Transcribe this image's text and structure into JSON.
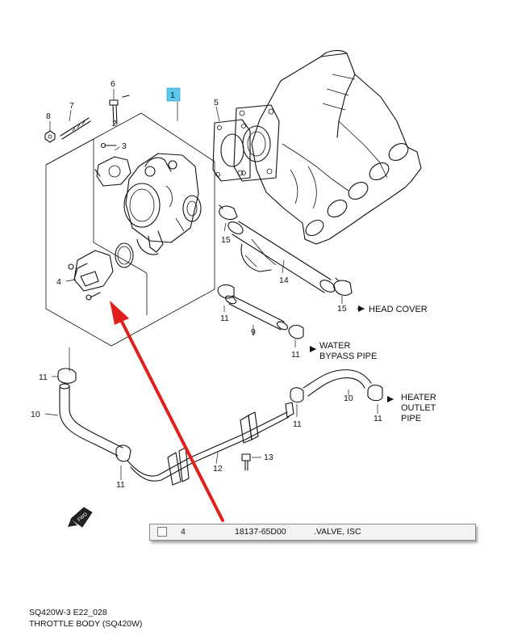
{
  "callouts": {
    "c1": "1",
    "c2": "2",
    "c3": "3",
    "c4": "4",
    "c5": "5",
    "c6": "6",
    "c7": "7",
    "c8": "8",
    "c9": "9",
    "c10": "10",
    "c11": "11",
    "c12": "12",
    "c13": "13",
    "c14": "14",
    "c15": "15"
  },
  "destinations": {
    "head_cover": "HEAD COVER",
    "water_1": "WATER",
    "water_2": "BYPASS PIPE",
    "heater_1": "HEATER",
    "heater_2": "OUTLET",
    "heater_3": "PIPE"
  },
  "fwd_label": "FWD",
  "tooltip": {
    "qty": "4",
    "part_number": "18137-65D00",
    "description": ".VALVE, ISC"
  },
  "footer": {
    "code": "SQ420W-3 E22_028",
    "title": "THROTTLE BODY (SQ420W)"
  },
  "colors": {
    "highlight": "#5bc8f0",
    "arrow": "#e0201c",
    "line": "#111111"
  }
}
